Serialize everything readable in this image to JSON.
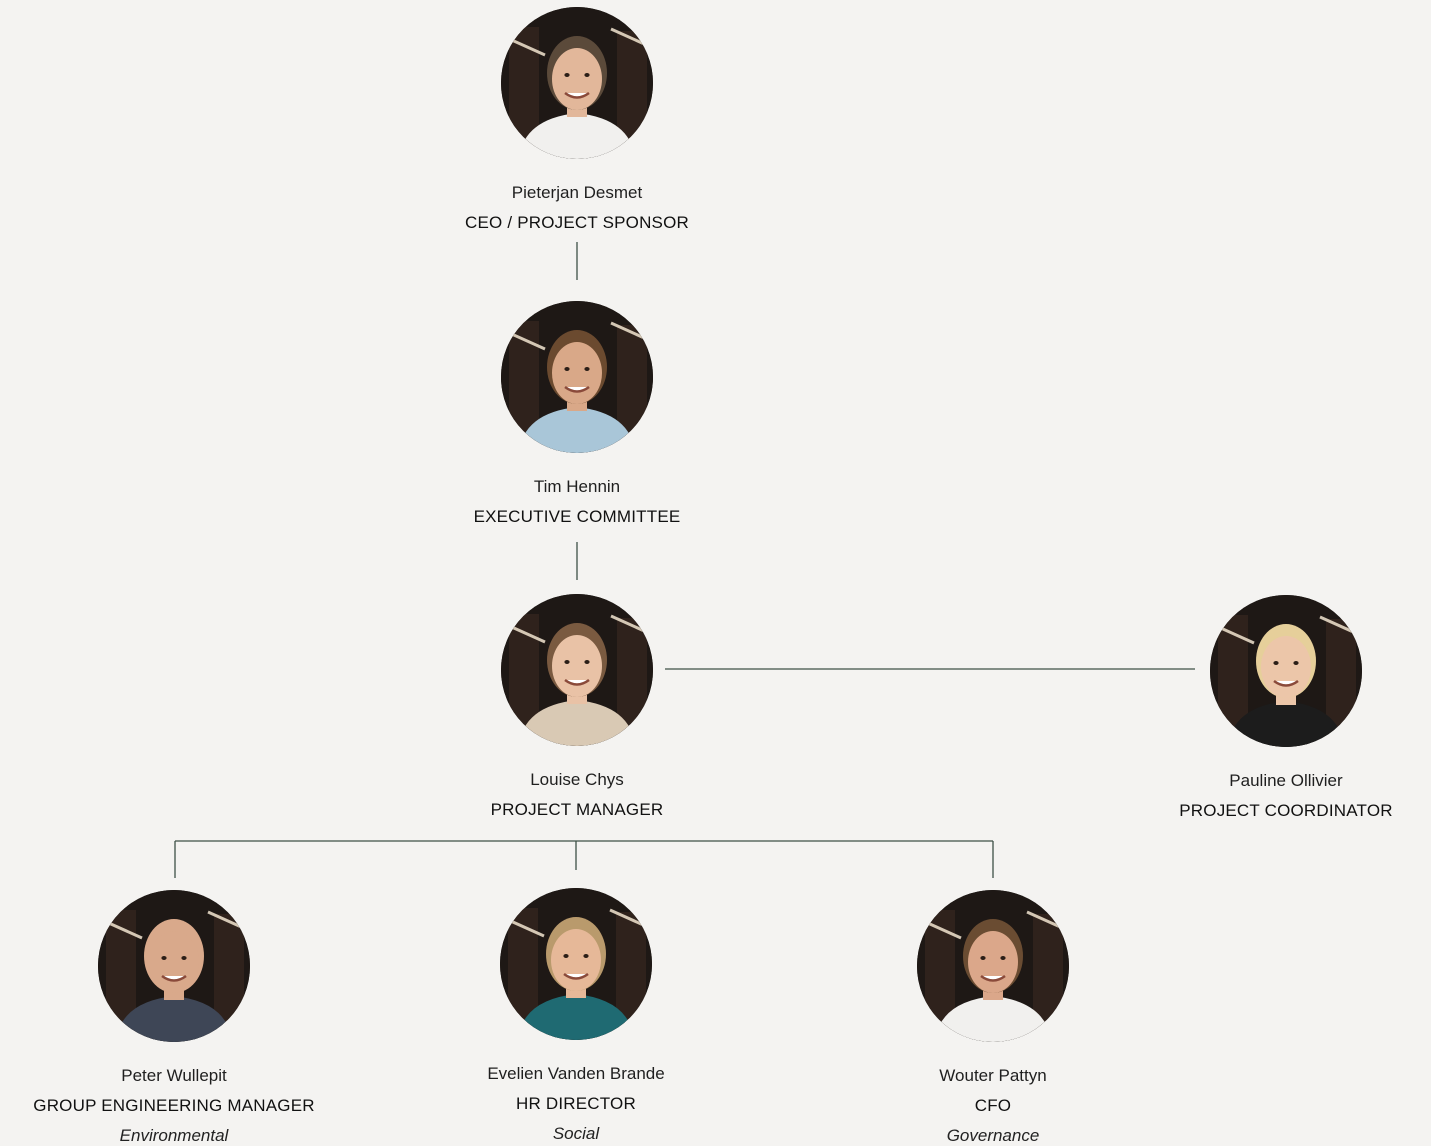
{
  "org": {
    "sponsor": {
      "name": "Pieterjan Desmet",
      "role": "CEO / PROJECT SPONSOR",
      "skin": "#e2b79a",
      "hair": "#5b4a3a",
      "shirt": "#f1f0ee"
    },
    "committee": {
      "name": "Tim Hennin",
      "role": "EXECUTIVE COMMITTEE",
      "skin": "#d9a888",
      "hair": "#6b4a2f",
      "shirt": "#a9c6d8"
    },
    "manager": {
      "name": "Louise Chys",
      "role": "PROJECT MANAGER",
      "skin": "#e9c2a6",
      "hair": "#7a5a40",
      "shirt": "#d9c9b4"
    },
    "coordinator": {
      "name": "Pauline Ollivier",
      "role": "PROJECT COORDINATOR",
      "skin": "#ecc6a9",
      "hair": "#e6cf9a",
      "shirt": "#1c1c1c"
    },
    "engineering": {
      "name": "Peter Wullepit",
      "role": "GROUP ENGINEERING MANAGER",
      "area": "Environmental",
      "skin": "#d9a98b",
      "hair": "#d9a98b",
      "shirt": "#3e4656"
    },
    "hr": {
      "name": "Evelien Vanden Brande",
      "role": "HR DIRECTOR",
      "area": "Social",
      "skin": "#e6b898",
      "hair": "#b99a6c",
      "shirt": "#1f6a72"
    },
    "cfo": {
      "name": "Wouter Pattyn",
      "role": "CFO",
      "area": "Governance",
      "skin": "#dba78a",
      "hair": "#6a4c32",
      "shirt": "#f1f0ee"
    }
  },
  "colors": {
    "background": "#f4f3f1",
    "connector": "#3d5046"
  }
}
